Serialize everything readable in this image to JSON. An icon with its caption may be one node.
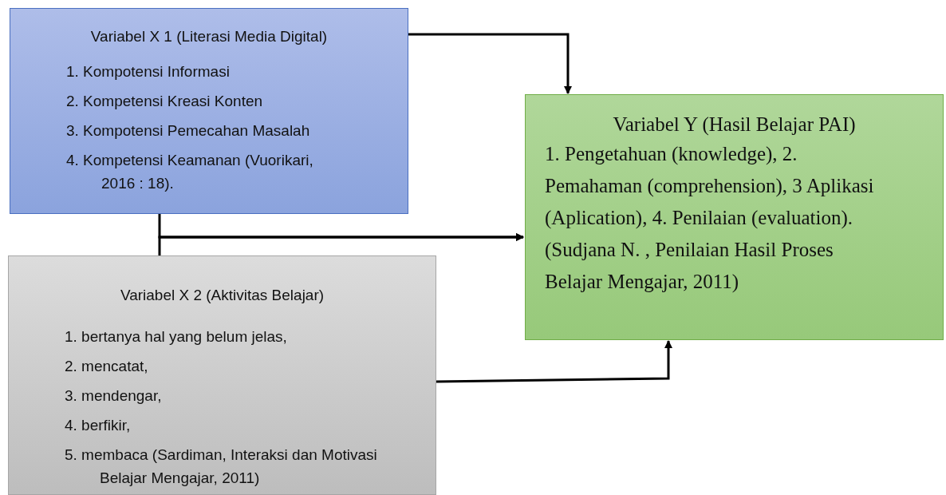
{
  "diagram": {
    "nodes": [
      {
        "text": [
          "Variabel X 1 (Literasi Media Digital)",
          "1. Kompotensi Informasi",
          "2. Kompetensi Kreasi Konten",
          "3. Kompotensi Pemecahan Masalah",
          "4. Kompetensi Keamanan (Vuorikari, 2016 : 18)."
        ]
      },
      {
        "text": [
          "Variabel X 2 (Aktivitas Belajar)",
          "1. bertanya hal yang belum jelas,",
          "2. mencatat,",
          "3. mendengar,",
          "4. berfikir,",
          "5. membaca (Sardiman, Interaksi dan Motivasi Belajar Mengajar, 2011)"
        ]
      },
      {
        "text": [
          "Variabel Y  (Hasil Belajar PAI)",
          "1. Pengetahuan (knowledge), 2. Pemahaman (comprehension), 3 Aplikasi (Aplication), 4. Penilaian (evaluation).",
          "(Sudjana N. , Penilaian Hasil Proses Belajar Mengajar, 2011)"
        ]
      }
    ],
    "edges": [
      {
        "from": 0,
        "to": 2,
        "arrow": "to"
      },
      {
        "from": 0,
        "to": 2,
        "arrow": "to"
      },
      {
        "from": 1,
        "to": 2,
        "arrow": "to"
      },
      {
        "from": 1,
        "to": 2,
        "arrow": "to"
      }
    ]
  }
}
